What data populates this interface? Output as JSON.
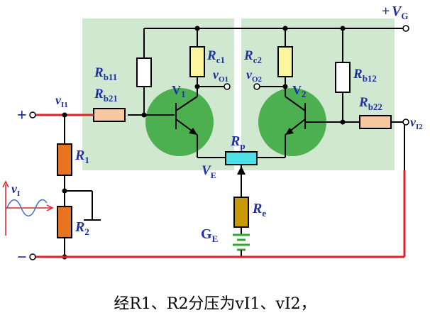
{
  "colors": {
    "panel": "#cfe8cf",
    "transistor": "#4caf50",
    "wire": "#000000",
    "red_wire": "#e0202a",
    "label_blue": "#1f2fa8",
    "rb_white": "#ffffff",
    "rc_yellow": "#fff59d",
    "rb2_peach": "#f8c9a0",
    "r_orange": "#e8741f",
    "rp_cyan": "#4de0e6",
    "re_olive": "#c99a08",
    "ground_green": "#2fa82f"
  },
  "labels": {
    "vg_sign": "+",
    "vg": "V",
    "vg_sub": "G",
    "rc1": "R",
    "rc1_sub": "c1",
    "rc2": "R",
    "rc2_sub": "c2",
    "rb11": "R",
    "rb11_sub": "b11",
    "rb12": "R",
    "rb12_sub": "b12",
    "rb21": "R",
    "rb21_sub": "b21",
    "rb22": "R",
    "rb22_sub": "b22",
    "v1": "V",
    "v1_sub": "1",
    "v2": "V",
    "v2_sub": "2",
    "vo1": "v",
    "vo1_sub": "O1",
    "vo2": "v",
    "vo2_sub": "O2",
    "vi1": "v",
    "vi1_sub": "I1",
    "vi2": "v",
    "vi2_sub": "I2",
    "r1": "R",
    "r1_sub": "1",
    "r2": "R",
    "r2_sub": "2",
    "rp": "R",
    "rp_sub": "p",
    "re": "R",
    "re_sub": "e",
    "ve": "V",
    "ve_sub": "E",
    "ge": "G",
    "ge_sub": "E",
    "vi": "v",
    "vi_sub": "I",
    "plus": "+",
    "minus": "−"
  },
  "caption": "经R1、R2分压为vI1、vI2，"
}
